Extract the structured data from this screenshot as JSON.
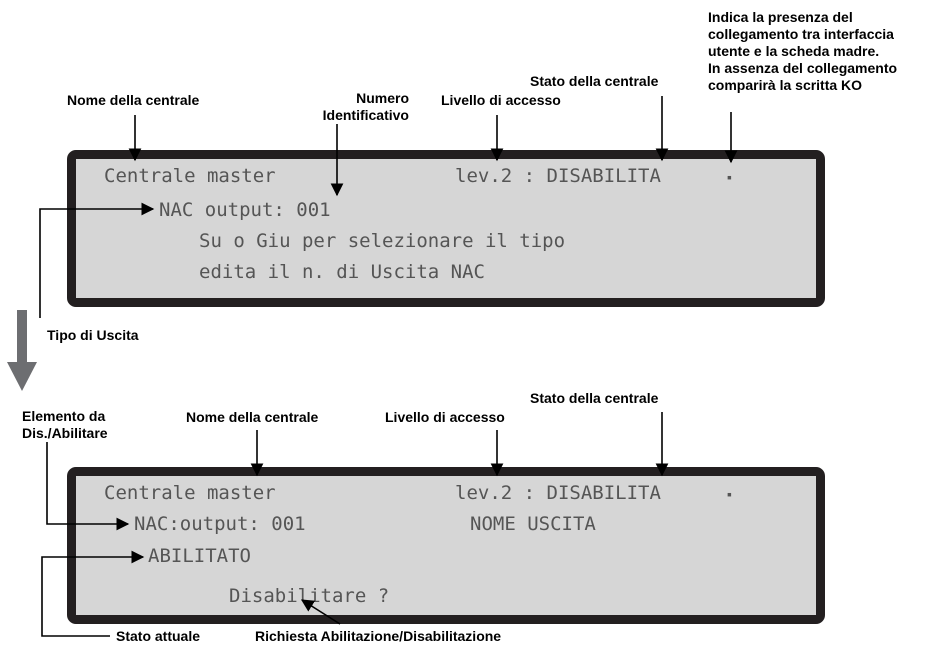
{
  "annotations_top": {
    "nome_centrale": "Nome della centrale",
    "numero_identificativo": "Numero\nIdentificativo",
    "livello_accesso": "Livello di accesso",
    "stato_centrale": "Stato della centrale",
    "collegamento_note": "Indica la presenza del\ncollegamento tra interfaccia\nutente e la scheda madre.\nIn assenza del collegamento\ncomparirà la scritta KO",
    "tipo_uscita": "Tipo di Uscita"
  },
  "display_top": {
    "line1_name": "Centrale master",
    "line1_level": "lev.2 : DISABILITA",
    "line2": "NAC output: 001",
    "line3": "Su o Giu per selezionare il tipo",
    "line4": "edita il n. di Uscita NAC",
    "link_icon": "link-status-icon"
  },
  "annotations_bottom": {
    "elemento": "Elemento da\nDis./Abilitare",
    "nome_centrale": "Nome della centrale",
    "livello_accesso": "Livello di accesso",
    "stato_centrale": "Stato della centrale",
    "stato_attuale": "Stato attuale",
    "richiesta": "Richiesta Abilitazione/Disabilitazione"
  },
  "display_bottom": {
    "line1_name": "Centrale master",
    "line1_level": "lev.2 : DISABILITA",
    "line2_output": "NAC:output: 001",
    "line2_name": "NOME USCITA",
    "line3": "ABILITATO",
    "line4": "Disabilitare ?",
    "link_icon": "link-status-icon"
  }
}
